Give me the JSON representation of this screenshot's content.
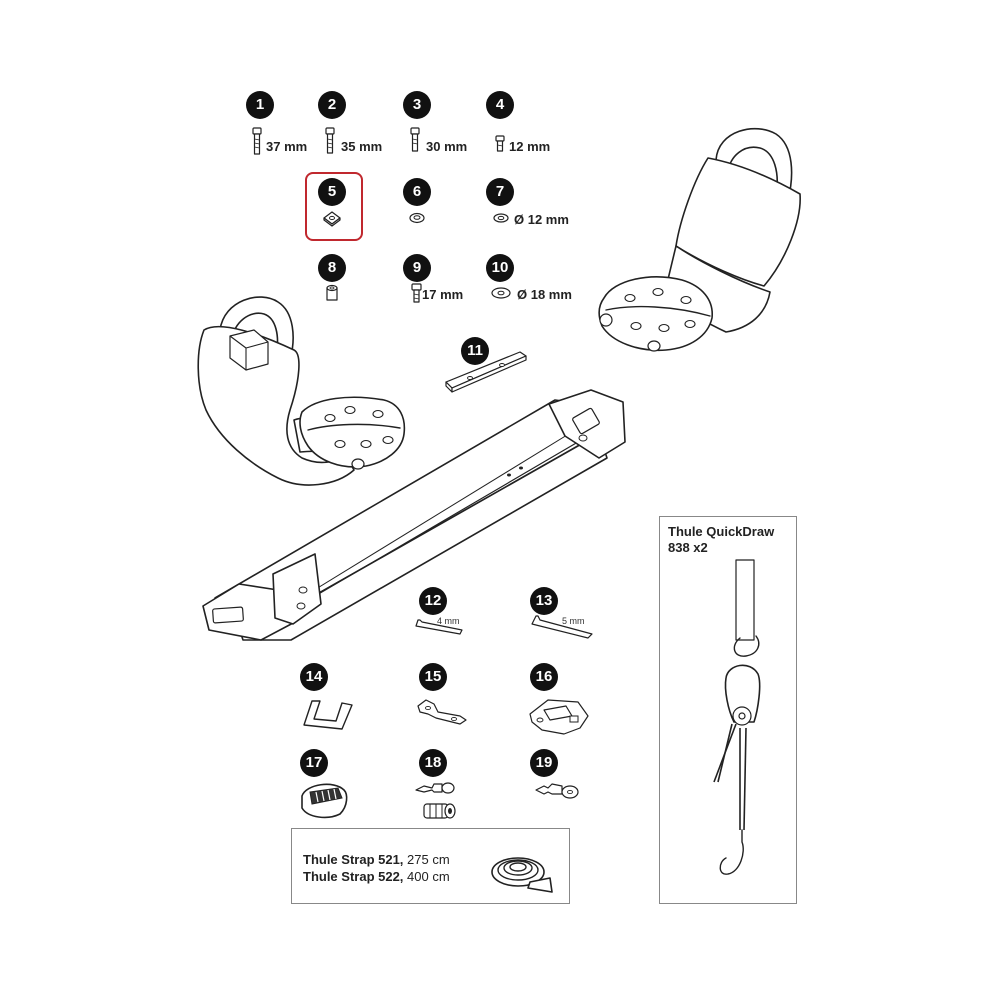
{
  "parts": {
    "p1": {
      "number": "1",
      "label": "37 mm"
    },
    "p2": {
      "number": "2",
      "label": "35 mm"
    },
    "p3": {
      "number": "3",
      "label": "30 mm"
    },
    "p4": {
      "number": "4",
      "label": "12 mm"
    },
    "p5": {
      "number": "5",
      "highlighted": true
    },
    "p6": {
      "number": "6"
    },
    "p7": {
      "number": "7",
      "label": "Ø 12 mm"
    },
    "p8": {
      "number": "8"
    },
    "p9": {
      "number": "9",
      "label": "17 mm"
    },
    "p10": {
      "number": "10",
      "label": "Ø 18 mm"
    },
    "p11": {
      "number": "11"
    },
    "p12": {
      "number": "12",
      "label": "4 mm"
    },
    "p13": {
      "number": "13",
      "label": "5 mm"
    },
    "p14": {
      "number": "14"
    },
    "p15": {
      "number": "15"
    },
    "p16": {
      "number": "16"
    },
    "p17": {
      "number": "17"
    },
    "p18": {
      "number": "18"
    },
    "p19": {
      "number": "19"
    }
  },
  "quickdraw": {
    "title_line1": "Thule QuickDraw",
    "title_line2": "838 x2"
  },
  "straps": {
    "line1_name": "Thule Strap 521,",
    "line1_length": " 275 cm",
    "line2_name": "Thule Strap 522,",
    "line2_length": " 400 cm"
  },
  "colors": {
    "badge": "#111111",
    "highlight": "#c0282e",
    "box_border": "#888888"
  }
}
